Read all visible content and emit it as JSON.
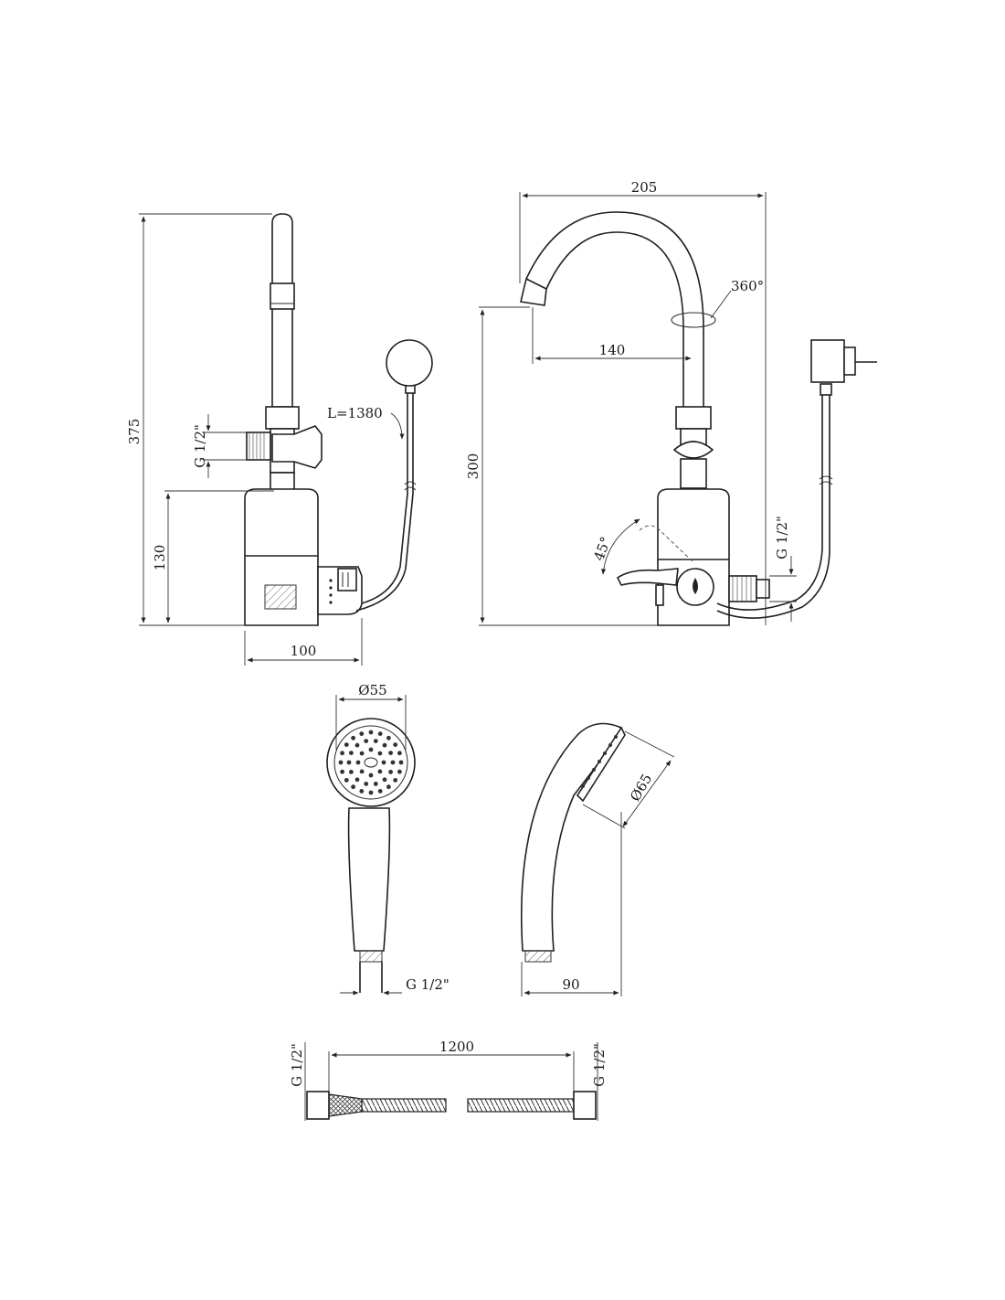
{
  "dimensions": {
    "front_height": "375",
    "front_thread": "G 1/2\"",
    "cable_length": "L=1380",
    "front_body_height": "130",
    "front_base_width": "100",
    "side_width": "205",
    "side_rotation": "360°",
    "side_reach": "140",
    "side_height": "300",
    "side_lever_angle": "45°",
    "side_thread": "G 1/2\"",
    "shower_head_diameter": "Ø55",
    "shower_thread": "G 1/2\"",
    "shower_side_diameter": "Ø65",
    "shower_side_depth": "90",
    "hose_length": "1200",
    "hose_thread_left": "G 1/2\"",
    "hose_thread_right": "G 1/2\""
  },
  "colors": {
    "line": "#1f1f1f",
    "background": "#ffffff"
  }
}
